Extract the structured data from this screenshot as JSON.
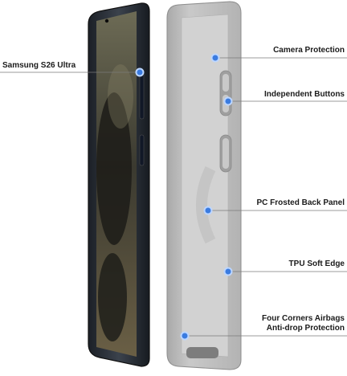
{
  "colors": {
    "accent_dot": "#3a7be0",
    "leader_line": "#7a7a7a",
    "phone_frame": "#2a3038",
    "case_body": "#bdbdbd",
    "label_text": "#1b1b1b"
  },
  "callouts": {
    "phone_model": "Samsung S26 Ultra",
    "camera_protection": "Camera Protection",
    "independent_buttons": "Independent Buttons",
    "back_panel": "PC Frosted Back Panel",
    "soft_edge": "TPU Soft Edge",
    "airbags_line1": "Four Corners Airbags",
    "airbags_line2": "Anti-drop Protection"
  }
}
